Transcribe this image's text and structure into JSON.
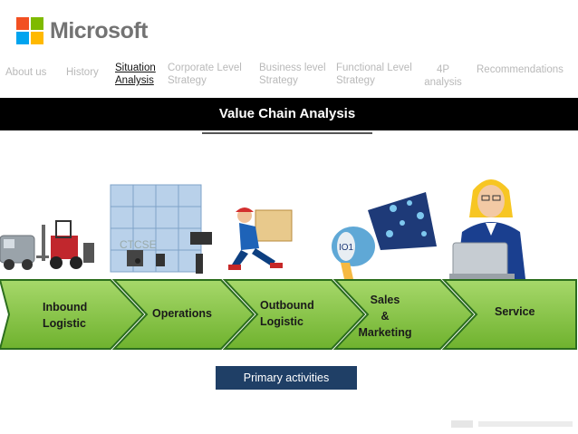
{
  "brand": {
    "name": "Microsoft",
    "logo_colors": [
      "#f25022",
      "#7fba00",
      "#00a4ef",
      "#ffb900"
    ]
  },
  "nav": {
    "items": [
      {
        "label_1": "About us",
        "label_2": ""
      },
      {
        "label_1": "History",
        "label_2": ""
      },
      {
        "label_1": "Situation",
        "label_2": "Analysis",
        "active": true
      },
      {
        "label_1": "Corporate Level",
        "label_2": "Strategy"
      },
      {
        "label_1": "Business level",
        "label_2": "Strategy"
      },
      {
        "label_1": "Functional Level",
        "label_2": "Strategy"
      },
      {
        "label_1": "4P",
        "label_2": "analysis"
      },
      {
        "label_1": "Recommendations",
        "label_2": ""
      }
    ]
  },
  "title": "Value Chain Analysis",
  "chain": {
    "steps": [
      {
        "line_1": "Inbound",
        "line_2": "Logistic",
        "line_3": ""
      },
      {
        "line_1": "Operations",
        "line_2": "",
        "line_3": ""
      },
      {
        "line_1": "Outbound",
        "line_2": "Logistic",
        "line_3": ""
      },
      {
        "line_1": "Sales",
        "line_2": "&",
        "line_3": "Marketing"
      },
      {
        "line_1": "Service",
        "line_2": "",
        "line_3": ""
      }
    ]
  },
  "primary_label": "Primary activities",
  "colors": {
    "chevron_fill": "#8cc63f",
    "chevron_border": "#2c6e1d",
    "title_bar": "#000000",
    "primary_bg": "#1f3f66",
    "nav_inactive": "#b9b9b9"
  }
}
